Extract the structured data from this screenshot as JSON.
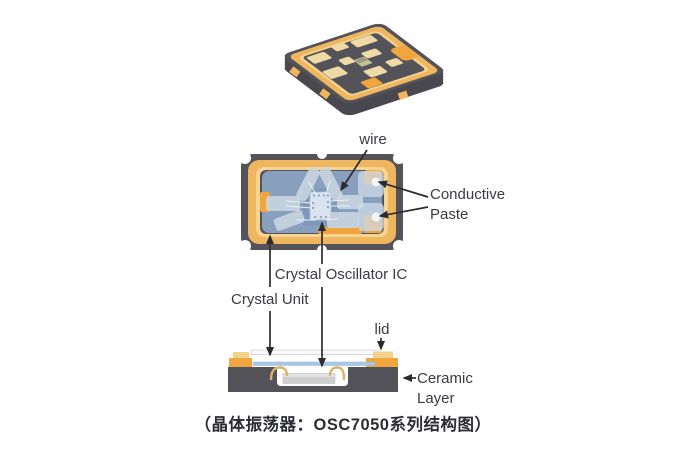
{
  "caption": {
    "text": "（晶体振荡器：OSC7050系列结构图）"
  },
  "labels": {
    "wire": "wire",
    "conductive_paste": "Conductive Paste",
    "crystal_oscillator_ic": "Crystal Oscillator IC",
    "crystal_unit": "Crystal Unit",
    "lid": "lid",
    "ceramic_layer": "Ceramic Layer"
  },
  "icons": {
    "arrows": [
      "wire-arrow",
      "conductive-paste-arrow-top",
      "conductive-paste-arrow-bottom",
      "crystal-unit-arrow-up",
      "crystal-unit-arrow-down",
      "ic-arrow-up",
      "ic-arrow-down",
      "lid-arrow",
      "ceramic-layer-arrow"
    ]
  },
  "theme": {
    "bg": "#ffffff",
    "dark": "#55535a",
    "dark_deep": "#4a484f",
    "gold": "#edb65f",
    "gold_light": "#f6d593",
    "tan": "#eedaa4",
    "orange": "#f1a53f",
    "blue_overlay": "#8da6c5",
    "pad_blue": "#ccd7e3",
    "ic_light": "#d9e3f0",
    "crystal_blue": "#a9c9e3",
    "ic_gray": "#cfcfcf",
    "wire_gold": "#d9b469",
    "arrow": "#2b2b31",
    "text": "#3a3a42",
    "caption_text": "#2d2d35"
  }
}
